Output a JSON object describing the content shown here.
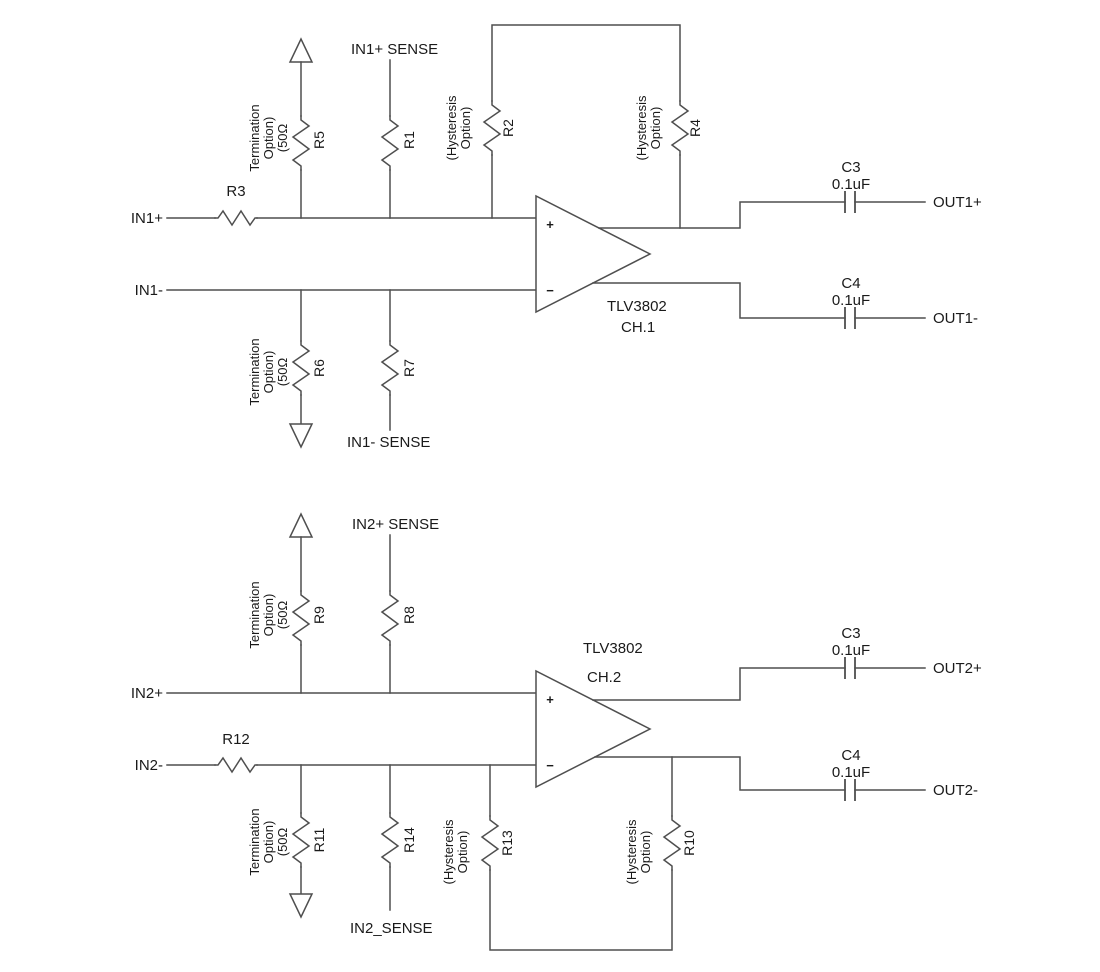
{
  "colors": {
    "background": "#ffffff",
    "wire": "#4f4f4f",
    "text": "#1a1a1a"
  },
  "shared": {
    "plus": "+",
    "minus": "−",
    "termination": {
      "l1": "Termination",
      "l2": "Option)",
      "l3": "(50Ω"
    },
    "hysteresis": {
      "l1": "(Hysteresis",
      "l2": "Option)"
    }
  },
  "ch1": {
    "part": "TLV3802",
    "channel": "CH.1",
    "in_p": "IN1+",
    "in_n": "IN1-",
    "out_p": "OUT1+",
    "out_n": "OUT1-",
    "sense_p": "IN1+ SENSE",
    "sense_n": "IN1- SENSE",
    "r1": "R1",
    "r2": "R2",
    "r3": "R3",
    "r4": "R4",
    "r5": "R5",
    "r6": "R6",
    "r7": "R7",
    "c_p_ref": "C3",
    "c_p_val": "0.1uF",
    "c_n_ref": "C4",
    "c_n_val": "0.1uF"
  },
  "ch2": {
    "part": "TLV3802",
    "channel": "CH.2",
    "in_p": "IN2+",
    "in_n": "IN2-",
    "out_p": "OUT2+",
    "out_n": "OUT2-",
    "sense_p": "IN2+ SENSE",
    "sense_n": "IN2_SENSE",
    "r8": "R8",
    "r9": "R9",
    "r10": "R10",
    "r11": "R11",
    "r12": "R12",
    "r13": "R13",
    "r14": "R14",
    "c_p_ref": "C3",
    "c_p_val": "0.1uF",
    "c_n_ref": "C4",
    "c_n_val": "0.1uF"
  }
}
